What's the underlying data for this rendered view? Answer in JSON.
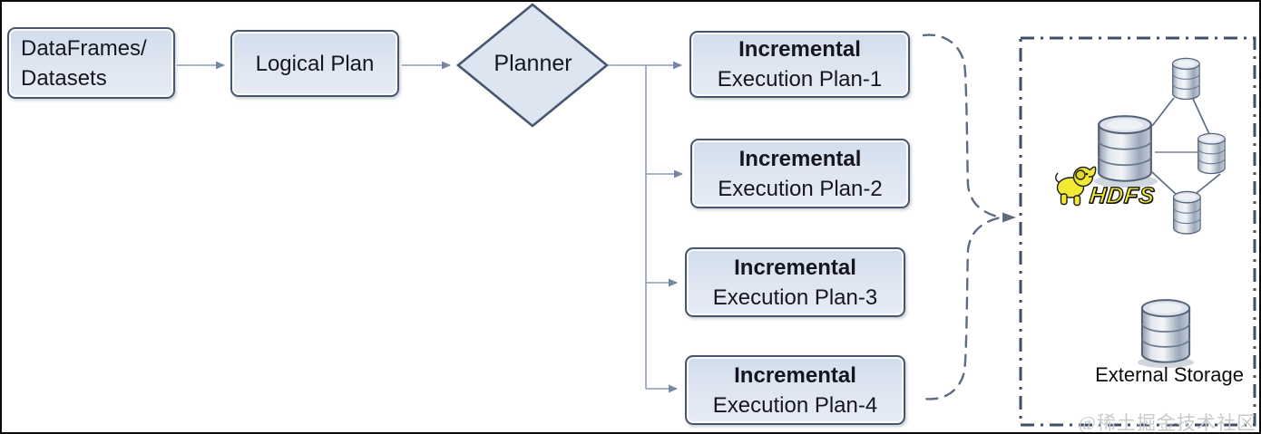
{
  "diagram": {
    "dataframes": {
      "line1": "DataFrames/",
      "line2": "Datasets"
    },
    "logical_plan": {
      "label": "Logical Plan"
    },
    "planner": {
      "label": "Planner"
    },
    "plans": [
      {
        "title": "Incremental",
        "subtitle": "Execution Plan-1"
      },
      {
        "title": "Incremental",
        "subtitle": "Execution Plan-2"
      },
      {
        "title": "Incremental",
        "subtitle": "Execution Plan-3"
      },
      {
        "title": "Incremental",
        "subtitle": "Execution Plan-4"
      }
    ],
    "storage_panel": {
      "hdfs_label": "HDFS",
      "external_storage_label": "External Storage"
    }
  },
  "watermark": "@稀土掘金技术社区",
  "colors": {
    "node_fill": "#dde5f1",
    "node_border": "#46566e",
    "connector": "#8b9ab3",
    "brace": "#5d6b85",
    "dashed_border": "#3e4d68",
    "hdfs_yellow": "#f2e935",
    "cylinder_outline": "#55637a",
    "text": "#16161e"
  }
}
